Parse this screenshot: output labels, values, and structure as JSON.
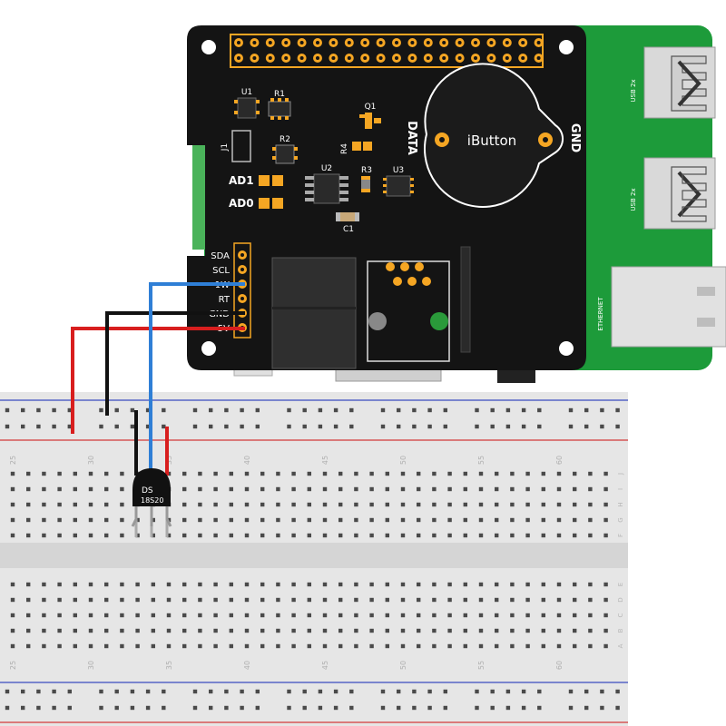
{
  "colors": {
    "pi_board": "#1d9b3a",
    "hat_board": "#141414",
    "pad_gold": "#f5a623",
    "wire_red": "#d81e1e",
    "wire_black": "#111111",
    "wire_blue": "#2f7fd6",
    "breadboard": "#e6e6e6",
    "rail_blue": "#3b4bbf",
    "rail_red": "#d23a3a"
  },
  "hat": {
    "u1": "U1",
    "r1": "R1",
    "r2": "R2",
    "j1": "J1",
    "q1": "Q1",
    "r4": "R4",
    "r3": "R3",
    "u2": "U2",
    "u3": "U3",
    "c1": "C1",
    "ad1": "AD1",
    "ad0": "AD0",
    "data": "DATA",
    "ibutton": "iButton",
    "gnd": "GND",
    "header_pins": [
      "SDA",
      "SCL",
      "1W",
      "RT",
      "GND",
      "5V"
    ]
  },
  "pi": {
    "usb_top": "USB 2x",
    "usb_bottom": "USB 2x",
    "ethernet": "ETHERNET"
  },
  "sensor": {
    "line1": "DS",
    "line2": "18S20"
  },
  "breadboard": {
    "column_numbers": [
      "25",
      "30",
      "35",
      "40",
      "45",
      "50",
      "55",
      "60"
    ],
    "rows_top": [
      "J",
      "I",
      "H",
      "G",
      "F"
    ],
    "rows_bottom": [
      "E",
      "D",
      "C",
      "B",
      "A"
    ]
  }
}
